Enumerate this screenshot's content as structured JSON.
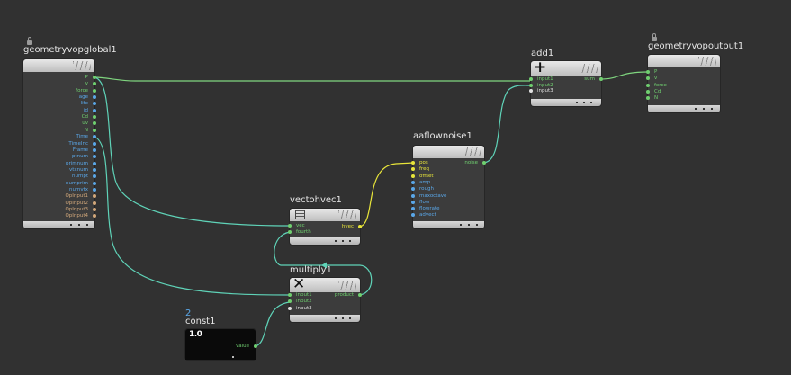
{
  "colors": {
    "background": "#313131",
    "wire_teal": "#5fd3b8",
    "wire_green": "#7fd57f",
    "wire_yellow": "#e8e53a",
    "port_blue": "#5aa7e8",
    "port_green": "#6fcf6f",
    "port_yellow": "#e8e53a",
    "port_tan": "#d1a77a",
    "port_white": "#e0e0e0"
  },
  "nodes": {
    "globals": {
      "name": "geometryvopglobal1",
      "outputs": [
        "P",
        "v",
        "force",
        "age",
        "life",
        "id",
        "Cd",
        "uv",
        "N",
        "Time",
        "TimeInc",
        "Frame",
        "ptnum",
        "primnum",
        "vtxnum",
        "numpt",
        "numprim",
        "numvtx",
        "OpInput1",
        "OpInput2",
        "OpInput3",
        "OpInput4"
      ]
    },
    "add": {
      "name": "add1",
      "icon": "plus-icon",
      "inputs": [
        "input1",
        "input2",
        "input3"
      ],
      "outputs": [
        "sum"
      ]
    },
    "output": {
      "name": "geometryvopoutput1",
      "inputs": [
        "P",
        "v",
        "force",
        "Cd",
        "N"
      ]
    },
    "aaflow": {
      "name": "aaflownoise1",
      "inputs": [
        "pos",
        "freq",
        "offset",
        "amp",
        "rough",
        "maxoctave",
        "flow",
        "flowrate",
        "advect"
      ],
      "outputs": [
        "noise"
      ]
    },
    "vectohvec": {
      "name": "vectohvec1",
      "inputs": [
        "vec",
        "fourth"
      ],
      "outputs": [
        "hvec"
      ]
    },
    "multiply": {
      "name": "multiply1",
      "icon": "multiply-icon",
      "inputs": [
        "input1",
        "input2",
        "input3"
      ],
      "outputs": [
        "product"
      ]
    },
    "const": {
      "badge": "2",
      "name": "const1",
      "value_display": "1.0",
      "outputs": [
        "Value"
      ]
    }
  }
}
